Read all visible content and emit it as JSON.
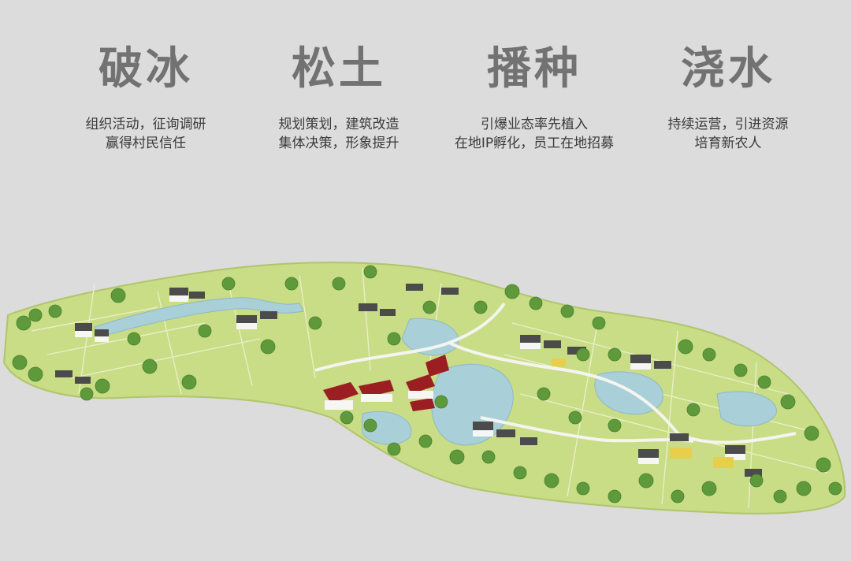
{
  "stages": [
    {
      "title": "破冰",
      "lines": [
        "组织活动，征询调研",
        "赢得村民信任"
      ]
    },
    {
      "title": "松土",
      "lines": [
        "规划策划，建筑改造",
        "集体决策，形象提升"
      ]
    },
    {
      "title": "播种",
      "lines": [
        "引爆业态率先植入",
        "在地IP孵化，员工在地招募"
      ]
    },
    {
      "title": "浇水",
      "lines": [
        "持续运营，引进资源",
        "培育新农人"
      ]
    }
  ],
  "colors": {
    "background": "#dcdcdc",
    "title": "#727272",
    "text": "#3a3a3a",
    "field": "#c9dc86",
    "water": "#a9cfd8",
    "tree": "#5e9a3c",
    "roof_dark": "#4b4b4b",
    "roof_red": "#9b1e22"
  }
}
